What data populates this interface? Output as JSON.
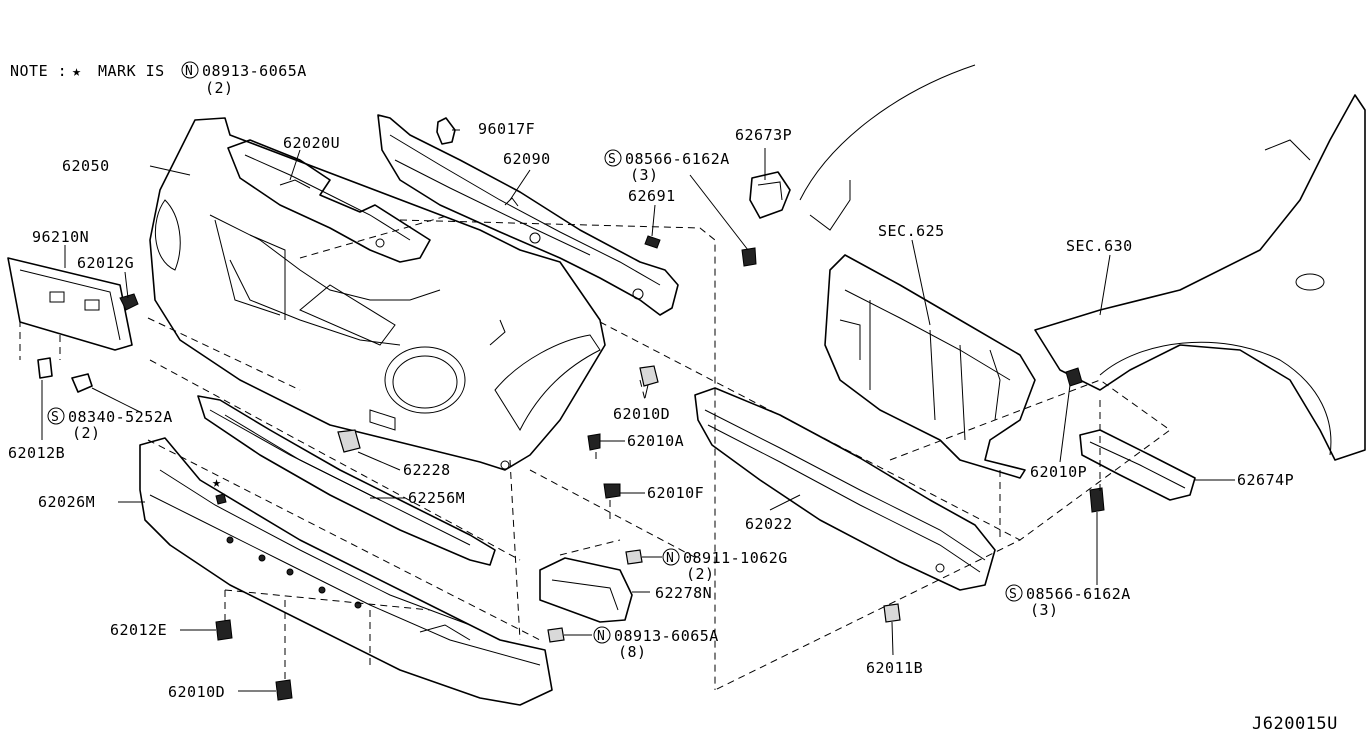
{
  "note": {
    "prefix": "NOTE :",
    "star": "★",
    "mark_is": "MARK IS",
    "circle": "N",
    "part": "08913-6065A",
    "qty": "(2)"
  },
  "drawing_id": "J620015U",
  "labels": {
    "p62050": "62050",
    "p62020U": "62020U",
    "p96017F": "96017F",
    "p62090": "62090",
    "p62673P": "62673P",
    "s08566a": "08566-6162A",
    "s08566a_qty": "(3)",
    "p62691": "62691",
    "sec625": "SEC.625",
    "sec630": "SEC.630",
    "p96210N": "96210N",
    "p62012G": "62012G",
    "p62012B": "62012B",
    "s08340": "08340-5252A",
    "s08340_qty": "(2)",
    "p62010D_top": "62010D",
    "p62010A": "62010A",
    "p62010F": "62010F",
    "p62228": "62228",
    "p62256M": "62256M",
    "p62026M": "62026M",
    "p62022": "62022",
    "p62010P": "62010P",
    "p62674P": "62674P",
    "n08911": "08911-1062G",
    "n08911_qty": "(2)",
    "p62278N": "62278N",
    "n08913": "08913-6065A",
    "n08913_qty": "(8)",
    "s08566b": "08566-6162A",
    "s08566b_qty": "(3)",
    "p62012E": "62012E",
    "p62011B": "62011B",
    "p62010D_bottom": "62010D"
  },
  "circle_letters": {
    "s": "S",
    "n": "N"
  }
}
